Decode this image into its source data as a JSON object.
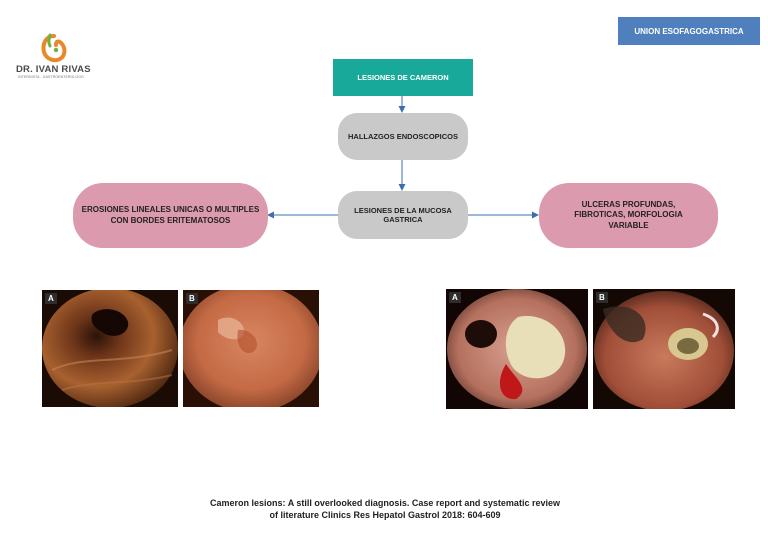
{
  "logo": {
    "name": "DR. IVAN RIVAS",
    "subtitle": "INTERNISTA - GASTROENTEROLOGO"
  },
  "header": {
    "tag_button": "UNION ESOFAGOGASTRICA"
  },
  "diagram": {
    "root": "LESIONES DE CAMERON",
    "step1": "HALLAZGOS ENDOSCOPICOS",
    "step2": "LESIONES DE LA MUCOSA GASTRICA",
    "left_branch": "EROSIONES LINEALES UNICAS O MULTIPLES CON BORDES ERITEMATOSOS",
    "right_branch": "ULCERAS PROFUNDAS, FIBROTICAS, MORFOLOGIA VARIABLE"
  },
  "photos": {
    "left": [
      {
        "letter": "A"
      },
      {
        "letter": "B"
      }
    ],
    "right": [
      {
        "letter": "A"
      },
      {
        "letter": "B"
      }
    ]
  },
  "citation": "Cameron lesions: A still overlooked diagnosis. Case report and systematic review of literature Clinics Res Hepatol Gastrol 2018: 604-609",
  "colors": {
    "tag_button": "#4f7fbd",
    "root_box": "#19a99a",
    "gray_pill": "#c9c9c9",
    "pink_pill": "#dc9aae",
    "arrow": "#3b6fb0"
  }
}
